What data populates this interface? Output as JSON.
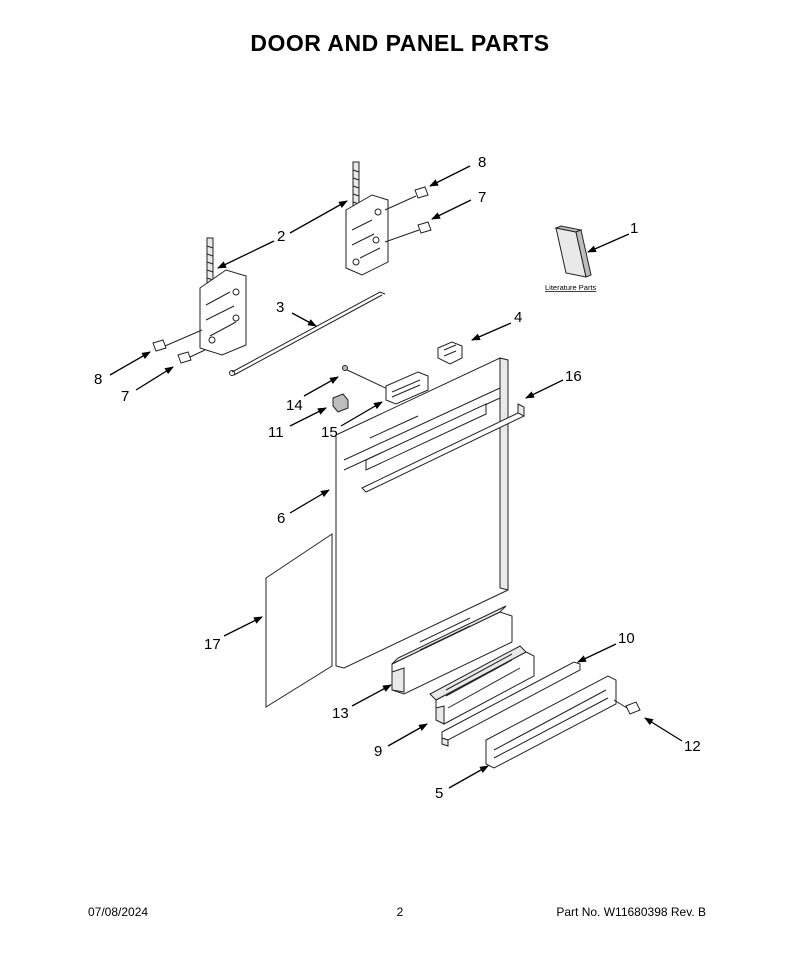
{
  "title": "DOOR AND PANEL PARTS",
  "literature_label": "Literature Parts",
  "callouts": {
    "c1": "1",
    "c2": "2",
    "c3": "3",
    "c4": "4",
    "c5": "5",
    "c6": "6",
    "c7a": "7",
    "c7b": "7",
    "c8a": "8",
    "c8b": "8",
    "c9": "9",
    "c10": "10",
    "c11": "11",
    "c12": "12",
    "c13": "13",
    "c14": "14",
    "c15": "15",
    "c16": "16",
    "c17": "17"
  },
  "footer": {
    "date": "07/08/2024",
    "page": "2",
    "part_no": "Part No.  W11680398  Rev.  B"
  }
}
